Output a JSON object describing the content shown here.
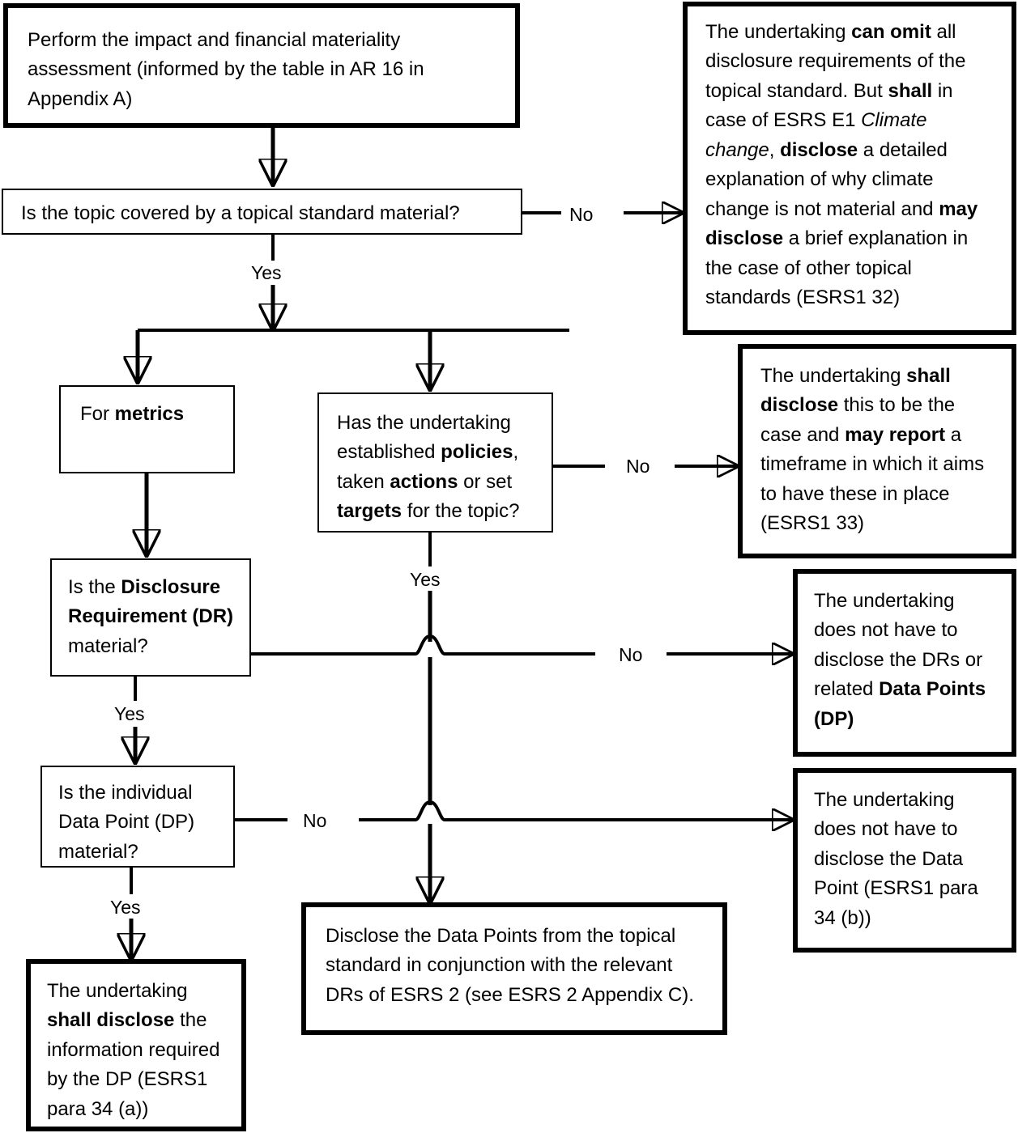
{
  "diagram": {
    "title": "ESRS materiality assessment decision flowchart",
    "line_color": "#000000",
    "background": "#ffffff"
  },
  "nodes": {
    "perform_assessment": "Perform the impact and financial materiality assessment (informed by the table in AR 16 in Appendix A)",
    "topic_covered": "Is the topic covered by a topical standard material?",
    "can_omit": "The undertaking can omit all disclosure requirements of the topical standard. But shall in case of ESRS E1 Climate change, disclose a detailed explanation of why climate change is not material and may disclose a brief explanation in the case of other topical standards (ESRS1 32)",
    "for_metrics": "For metrics",
    "has_policies": "Has the undertaking established policies, taken actions or set targets for the topic?",
    "shall_disclose_timeframe": "The undertaking shall disclose this to be the case and may report a timeframe in which it aims to have these in place (ESRS1 33)",
    "dr_material": "Is the Disclosure Requirement (DR) material?",
    "no_disclose_drs": "The undertaking does not have to disclose the DRs or related Data Points (DP)",
    "dp_material": "Is the individual Data Point (DP) material?",
    "no_disclose_dp": "The undertaking does not have to disclose the Data Point (ESRS1 para 34 (b))",
    "shall_disclose_dp": "The undertaking shall disclose the information required by the DP (ESRS1 para 34 (a))",
    "disclose_data_points": "Disclose the Data Points from the topical standard in conjunction with the relevant DRs of ESRS 2 (see ESRS 2 Appendix C)."
  },
  "edge_labels": {
    "topic_no": "No",
    "topic_yes": "Yes",
    "policies_no": "No",
    "policies_yes": "Yes",
    "dr_no": "No",
    "dr_yes": "Yes",
    "dp_no": "No",
    "dp_yes": "Yes"
  }
}
